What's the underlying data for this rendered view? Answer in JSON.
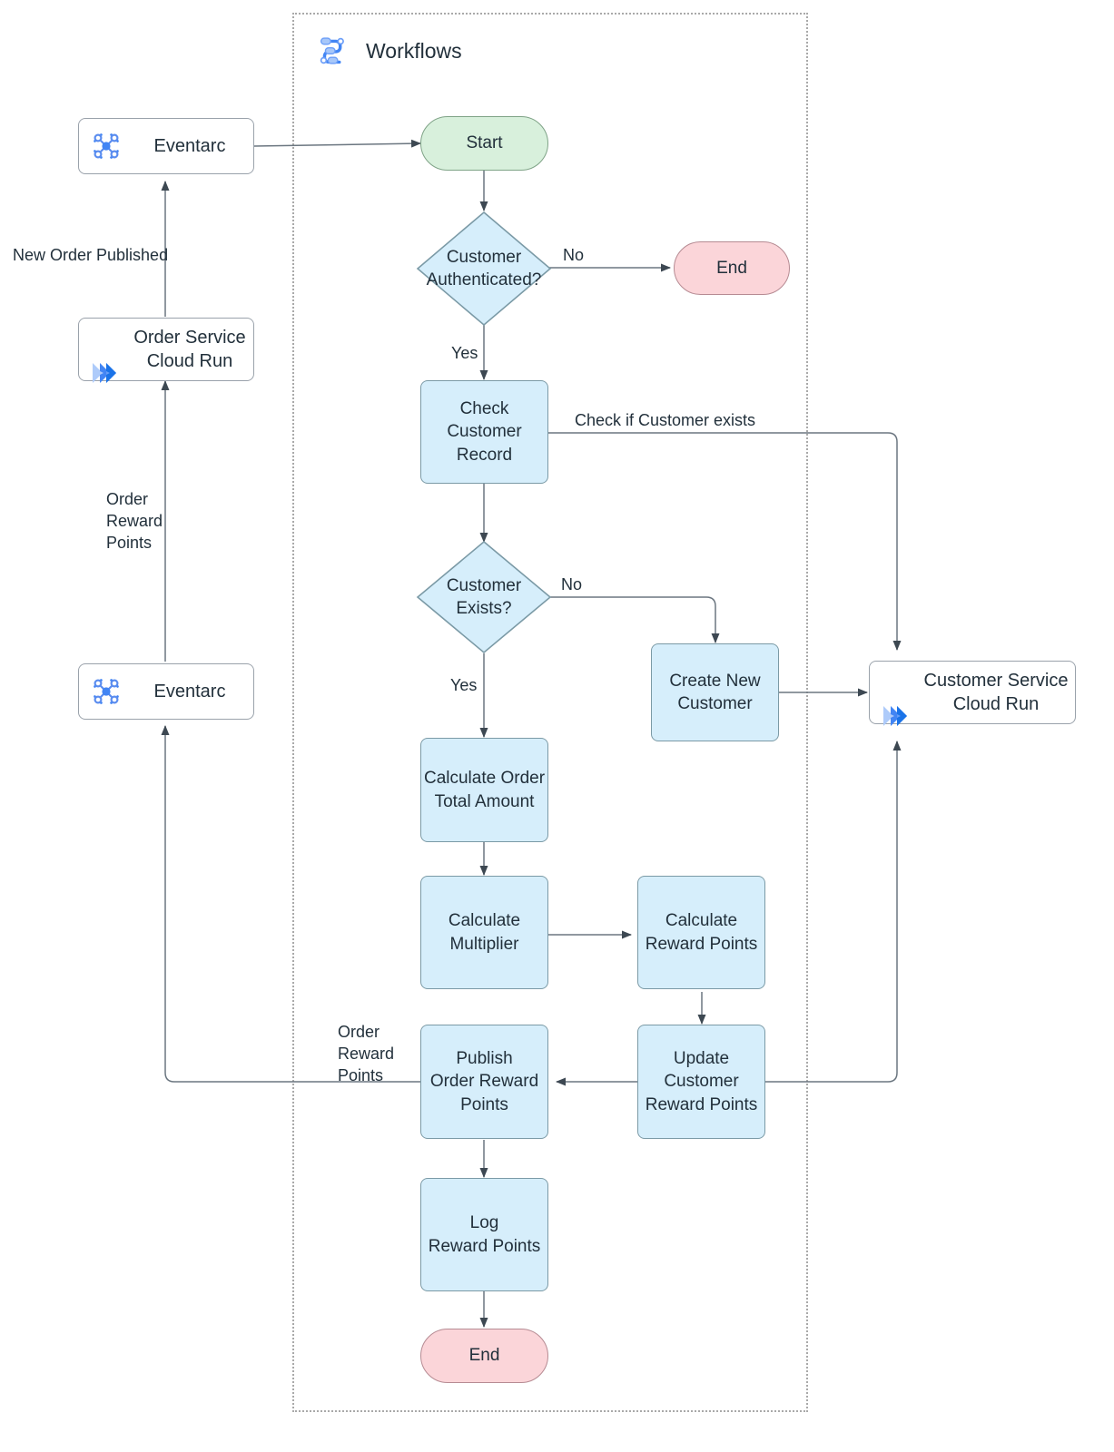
{
  "container": {
    "title": "Workflows",
    "icon": "workflows-icon"
  },
  "colors": {
    "process_fill": "#d6eefb",
    "process_stroke": "#7b9aa6",
    "start_fill": "#d8f0dc",
    "start_stroke": "#7fa387",
    "end_fill": "#fbd5d9",
    "end_stroke": "#b68b93",
    "gcp_fill": "#ffffff",
    "gcp_stroke": "#9aa2ab",
    "edge_stroke": "#4a5560",
    "container_stroke": "#a9a9a9",
    "icon_blue": "#4285f4",
    "icon_blue_light": "#a7c7f9",
    "text": "#22303b"
  },
  "nodes": {
    "eventarc_top": {
      "label": "Eventarc",
      "icon": "eventarc-icon",
      "type": "gcp-service"
    },
    "order_service": {
      "label": "Order Service\nCloud Run",
      "icon": "cloud-run-icon",
      "type": "gcp-service"
    },
    "eventarc_bottom": {
      "label": "Eventarc",
      "icon": "eventarc-icon",
      "type": "gcp-service"
    },
    "customer_service": {
      "label": "Customer Service\nCloud Run",
      "icon": "cloud-run-icon",
      "type": "gcp-service"
    },
    "start": {
      "label": "Start",
      "type": "terminal-start"
    },
    "customer_authenticated": {
      "label": "Customer\nAuthenticated?",
      "type": "decision"
    },
    "end_auth_fail": {
      "label": "End",
      "type": "terminal-end"
    },
    "check_customer_record": {
      "label": "Check\nCustomer\nRecord",
      "type": "process"
    },
    "customer_exists": {
      "label": "Customer\nExists?",
      "type": "decision"
    },
    "create_new_customer": {
      "label": "Create New\nCustomer",
      "type": "process"
    },
    "calculate_order_total": {
      "label": "Calculate Order\nTotal Amount",
      "type": "process"
    },
    "calculate_multiplier": {
      "label": "Calculate\nMultiplier",
      "type": "process"
    },
    "calculate_reward_points": {
      "label": "Calculate\nReward Points",
      "type": "process"
    },
    "update_customer_reward_points": {
      "label": "Update\nCustomer\nReward Points",
      "type": "process"
    },
    "publish_order_reward_points": {
      "label": "Publish\nOrder Reward\nPoints",
      "type": "process"
    },
    "log_reward_points": {
      "label": "Log\nReward Points",
      "type": "process"
    },
    "end_final": {
      "label": "End",
      "type": "terminal-end"
    }
  },
  "edge_labels": {
    "new_order_published": "New Order Published",
    "order_reward_points_left": "Order\nReward\nPoints",
    "auth_no": "No",
    "auth_yes": "Yes",
    "check_if_customer_exists": "Check if Customer exists",
    "exists_no": "No",
    "exists_yes": "Yes",
    "order_reward_points_publish": "Order\nReward\nPoints"
  }
}
